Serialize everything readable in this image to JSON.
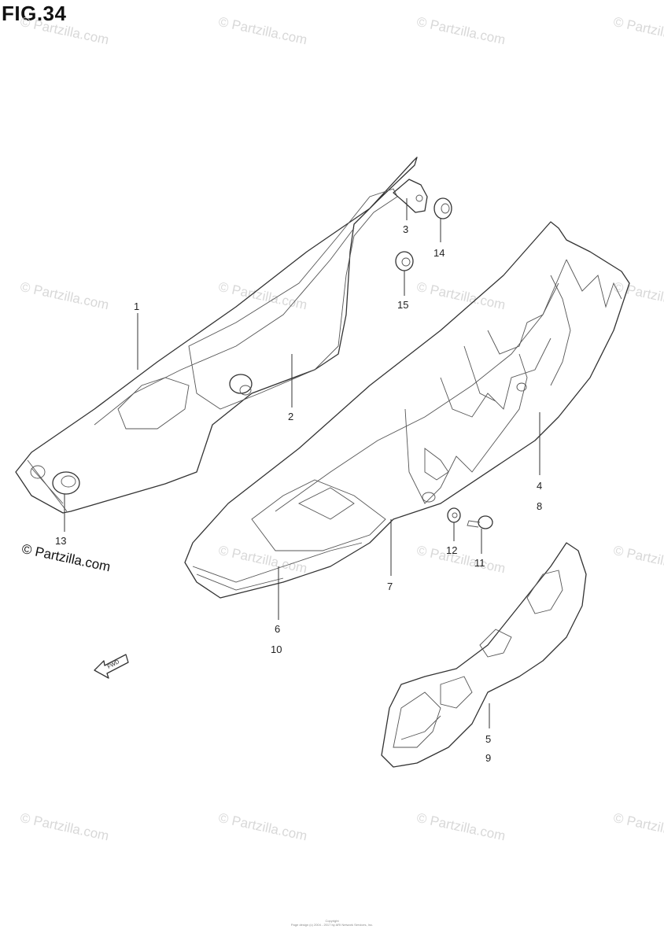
{
  "figure": {
    "title": "FIG.34"
  },
  "copyright_text": "© Partzilla.com",
  "watermark_text": "© Partzilla.com",
  "fwd_label": "FWD",
  "footer": {
    "line1": "Copyright",
    "line2": "Page design (c) 2004 - 2017 by ARI Network Services, Inc."
  },
  "callouts": [
    {
      "id": "1",
      "label": "1"
    },
    {
      "id": "2",
      "label": "2"
    },
    {
      "id": "3",
      "label": "3"
    },
    {
      "id": "14",
      "label": "14"
    },
    {
      "id": "15",
      "label": "15"
    },
    {
      "id": "4",
      "label": "4"
    },
    {
      "id": "8",
      "label": "8"
    },
    {
      "id": "12",
      "label": "12"
    },
    {
      "id": "11",
      "label": "11"
    },
    {
      "id": "13",
      "label": "13"
    },
    {
      "id": "7",
      "label": "7"
    },
    {
      "id": "6",
      "label": "6"
    },
    {
      "id": "10",
      "label": "10"
    },
    {
      "id": "5",
      "label": "5"
    },
    {
      "id": "9",
      "label": "9"
    }
  ]
}
